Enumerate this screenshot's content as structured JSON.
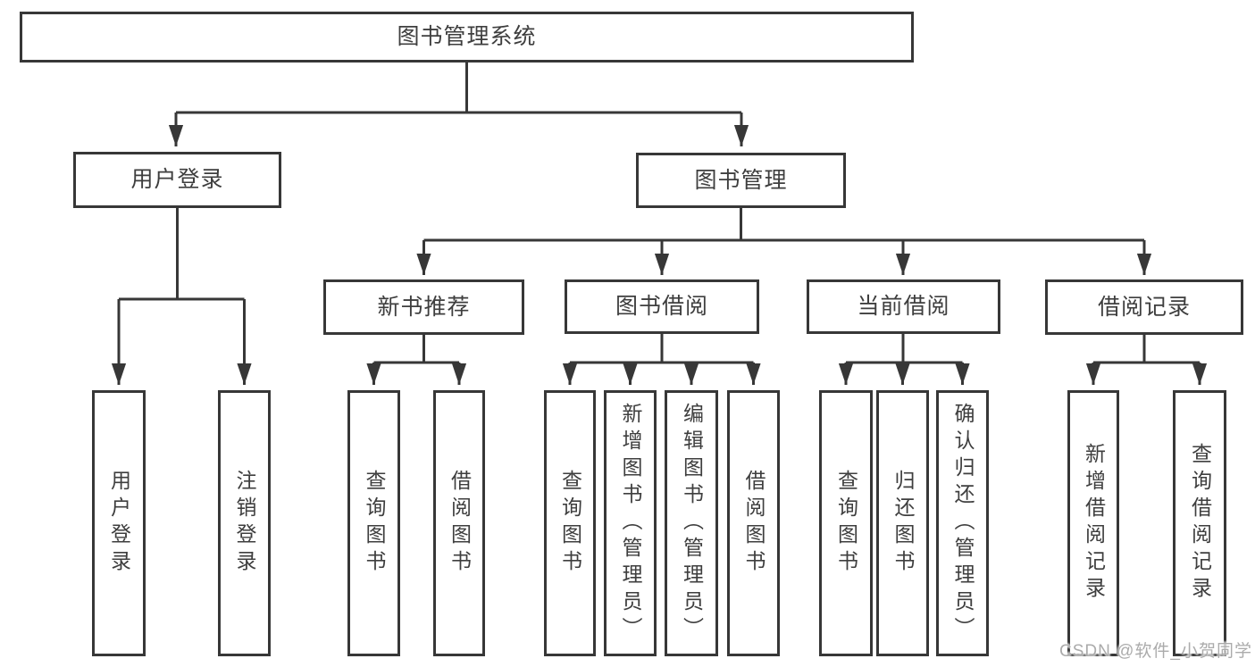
{
  "tree": {
    "root": "图书管理系统",
    "children": [
      {
        "label": "用户登录",
        "children": [
          "用户登录",
          "注销登录"
        ]
      },
      {
        "label": "图书管理",
        "children": [
          {
            "label": "新书推荐",
            "children": [
              "查询图书",
              "借阅图书"
            ]
          },
          {
            "label": "图书借阅",
            "children": [
              "查询图书",
              "新增图书（管理员）",
              "编辑图书（管理员）",
              "借阅图书"
            ]
          },
          {
            "label": "当前借阅",
            "children": [
              "查询图书",
              "归还图书",
              "确认归还（管理员）"
            ]
          },
          {
            "label": "借阅记录",
            "children": [
              "新增借阅记录",
              "查询借阅记录"
            ]
          }
        ]
      }
    ]
  },
  "watermark": "CSDN @软件_小贺同学",
  "colors": {
    "line_color": "#373737",
    "text_color": "#3e3e3e",
    "watermark_color": "#ababab",
    "background": "#ffffff"
  }
}
